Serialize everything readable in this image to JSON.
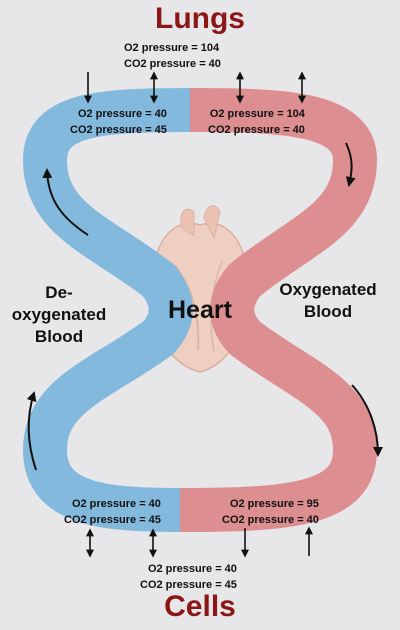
{
  "titles": {
    "top": "Lungs",
    "bottom": "Cells"
  },
  "center_label": "Heart",
  "side_labels": {
    "left": [
      "De-oxygenated",
      "Blood"
    ],
    "right": [
      "Oxygenated",
      "Blood"
    ]
  },
  "pressure_labels": {
    "lungs_center": [
      "O2 pressure = 104",
      "CO2 pressure = 40"
    ],
    "lungs_left_vessel": [
      "O2 pressure = 40",
      "CO2 pressure = 45"
    ],
    "lungs_right_vessel": [
      "O2 pressure = 104",
      "CO2 pressure = 40"
    ],
    "cells_left_vessel": [
      "O2 pressure = 40",
      "CO2 pressure = 45"
    ],
    "cells_right_vessel": [
      "O2 pressure = 95",
      "CO2 pressure = 40"
    ],
    "cells_center": [
      "O2 pressure = 40",
      "CO2 pressure = 45"
    ]
  },
  "colors": {
    "deoxygenated": "#84b9de",
    "oxygenated": "#dd8e90",
    "title": "#8a1616",
    "heart": "#efcfbf",
    "background": "#e7e7e9"
  }
}
